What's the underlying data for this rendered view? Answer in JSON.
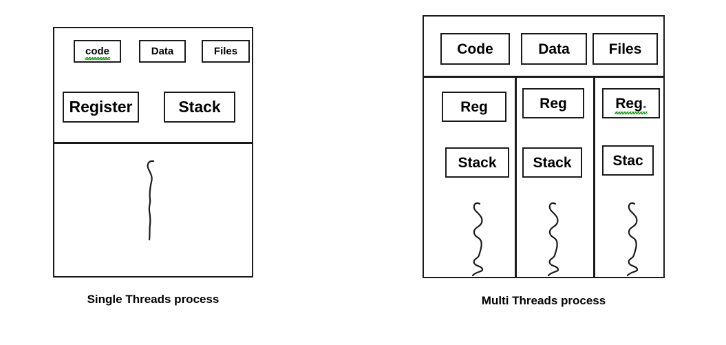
{
  "figure": {
    "background": "#ffffff",
    "stroke_color": "#1a1a1a",
    "spellcheck_color": "#13a113",
    "period_color": "#2b4fd1"
  },
  "single_thread": {
    "caption": "Single Threads process",
    "shared_section": {
      "boxes": [
        {
          "label": "code",
          "misspelled": true
        },
        {
          "label": "Data",
          "misspelled": false
        },
        {
          "label": "Files",
          "misspelled": false
        },
        {
          "label": "Register",
          "misspelled": false
        },
        {
          "label": "Stack",
          "misspelled": false
        }
      ]
    },
    "thread_count": 1,
    "thread_icon": "wavy-thread-line"
  },
  "multi_thread": {
    "caption": "Multi Threads process",
    "shared_section": {
      "boxes": [
        {
          "label": "Code",
          "misspelled": false
        },
        {
          "label": "Data",
          "misspelled": false
        },
        {
          "label": "Files",
          "misspelled": false
        }
      ]
    },
    "thread_count": 3,
    "threads": [
      {
        "register": {
          "label": "Reg",
          "misspelled": false
        },
        "stack": {
          "label": "Stack",
          "misspelled": false
        },
        "thread_icon": "wavy-thread-line"
      },
      {
        "register": {
          "label": "Reg",
          "misspelled": false
        },
        "stack": {
          "label": "Stack",
          "misspelled": false
        },
        "thread_icon": "wavy-thread-line"
      },
      {
        "register": {
          "label": "Reg.",
          "misspelled": true
        },
        "stack": {
          "label": "Stac",
          "misspelled": false
        },
        "thread_icon": "wavy-thread-line"
      }
    ]
  }
}
